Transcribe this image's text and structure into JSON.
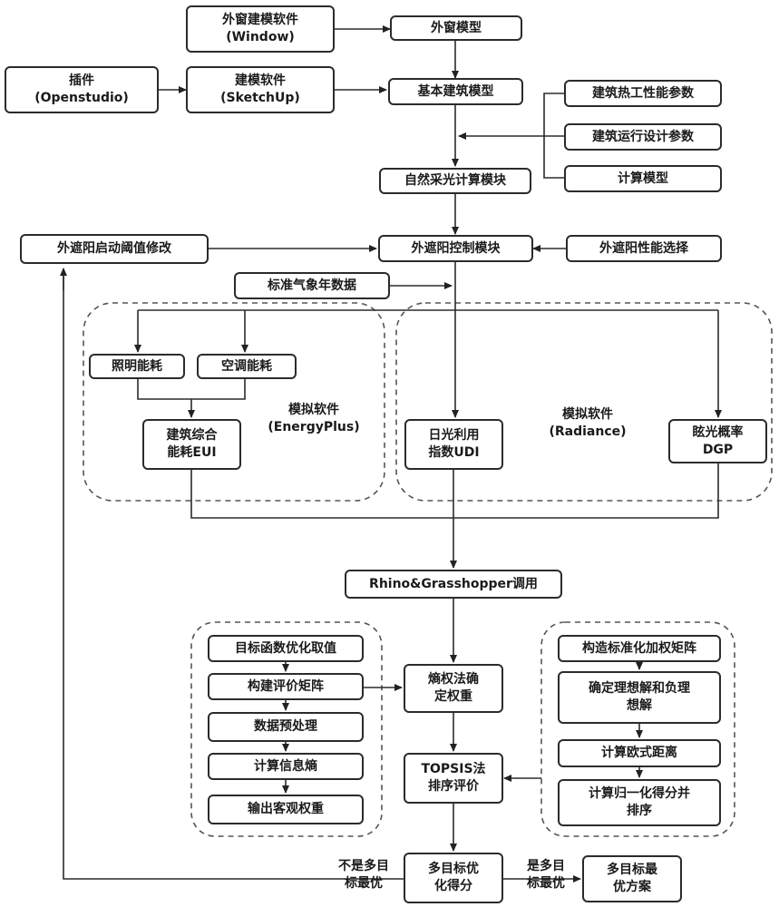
{
  "nodes": {
    "window_software": "外窗建模软件\n(Window)",
    "window_model": "外窗模型",
    "plugin": "插件\n(Openstudio)",
    "modeling_software": "建模软件\n(SketchUp)",
    "basic_model": "基本建筑模型",
    "thermal_params": "建筑热工性能参数",
    "operation_params": "建筑运行设计参数",
    "calc_model": "计算模型",
    "daylight_module": "自然采光计算模块",
    "threshold_modify": "外遮阳启动阈值修改",
    "shading_control": "外遮阳控制模块",
    "shading_select": "外遮阳性能选择",
    "weather_data": "标准气象年数据",
    "lighting_energy": "照明能耗",
    "ac_energy": "空调能耗",
    "eui": "建筑综合\n能耗EUI",
    "udi": "日光利用\n指数UDI",
    "dgp": "眩光概率\nDGP",
    "rhino": "Rhino&Grasshopper调用",
    "obj_func": "目标函数优化取值",
    "eval_matrix": "构建评价矩阵",
    "preprocess": "数据预处理",
    "info_entropy": "计算信息熵",
    "obj_weight": "输出客观权重",
    "entropy_weight": "熵权法确\n定权重",
    "topsis": "TOPSIS法\n排序评价",
    "norm_matrix": "构造标准化加权矩阵",
    "ideal_solution": "确定理想解和负理\n想解",
    "euclid": "计算欧式距离",
    "normalize_score": "计算归一化得分并\n排序",
    "multi_score": "多目标优\n化得分",
    "best_plan": "多目标最\n优方案"
  },
  "labels": {
    "energyplus": "模拟软件\n(EnergyPlus)",
    "radiance": "模拟软件\n(Radiance)",
    "not_optimal": "不是多目\n标最优",
    "is_optimal": "是多目\n标最优"
  }
}
